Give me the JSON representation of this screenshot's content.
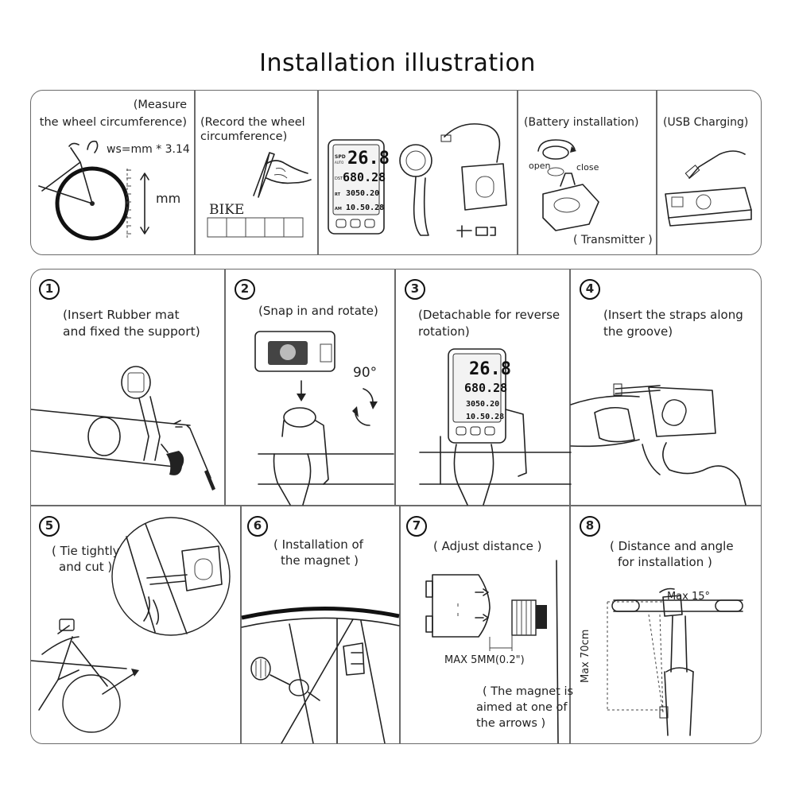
{
  "title": "Installation illustration",
  "top_row": {
    "measure": {
      "caption_1": "(Measure",
      "caption_2": "the wheel circumference)",
      "formula": "ws=mm * 3.14",
      "unit": "mm"
    },
    "record": {
      "caption_1": "(Record the wheel",
      "caption_2": "circumference)",
      "label": "BIKE"
    },
    "device": {
      "line1": "26.8",
      "line2": "680.28",
      "line3": "3050.20",
      "line4": "10.50.28",
      "tag_spd": "SPD",
      "tag_auto": "AUTO",
      "tag_dst": "DST",
      "tag_rt": "RT",
      "tag_am": "AM"
    },
    "battery": {
      "caption": "(Battery installation)",
      "open": "open",
      "close": "close",
      "transmitter": "( Transmitter )"
    },
    "usb": {
      "caption": "(USB Charging)"
    }
  },
  "steps": [
    {
      "num": "1",
      "caption_1": "(Insert Rubber mat",
      "caption_2": "and fixed the support)"
    },
    {
      "num": "2",
      "caption_1": "(Snap in and rotate)",
      "angle": "90°"
    },
    {
      "num": "3",
      "caption_1": "(Detachable for reverse",
      "caption_2": "rotation)"
    },
    {
      "num": "4",
      "caption_1": "(Insert the straps along",
      "caption_2": "the groove)"
    },
    {
      "num": "5",
      "caption_1": "( Tie tightly",
      "caption_2": "and cut )"
    },
    {
      "num": "6",
      "caption_1": "( Installation of",
      "caption_2": "the magnet )"
    },
    {
      "num": "7",
      "caption_1": "( Adjust distance )",
      "max_label": "MAX 5MM(0.2\")",
      "note_1": "( The magnet is",
      "note_2": "aimed at one of",
      "note_3": "the arrows )"
    },
    {
      "num": "8",
      "caption_1": "( Distance and angle",
      "caption_2": "for  installation )",
      "angle_label": "Max 15°",
      "height_label": "Max 70cm"
    }
  ]
}
